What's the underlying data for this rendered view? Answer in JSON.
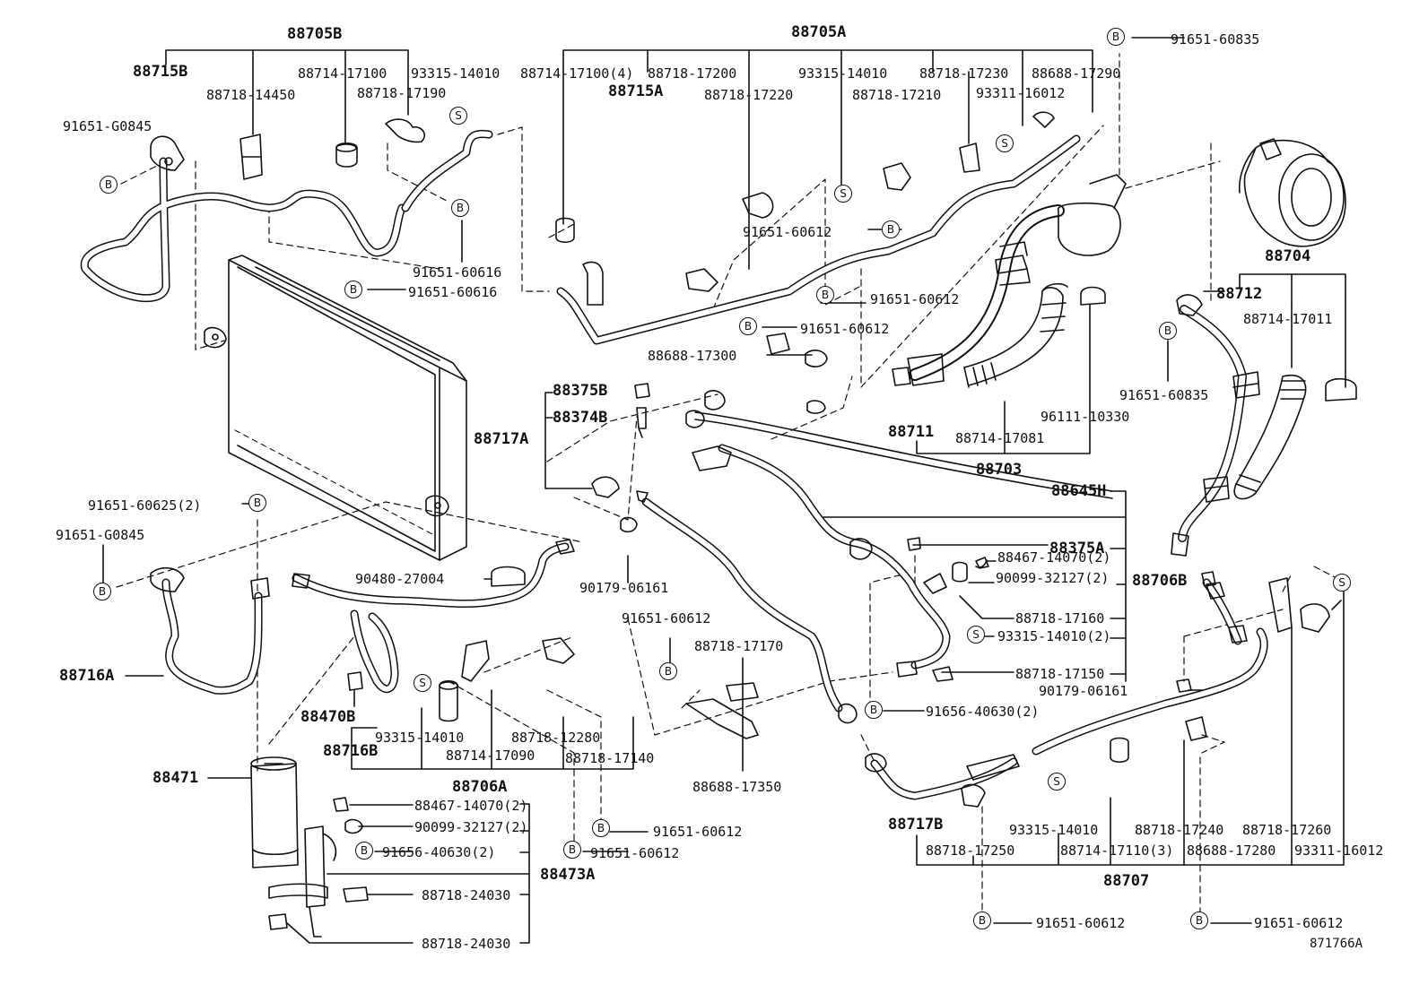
{
  "palette": {
    "ink": "#111111",
    "paper": "#ffffff"
  },
  "marker_letters": {
    "bolt": "B",
    "clip": "S"
  },
  "labels": {
    "p88705B": "88705B",
    "p88705A": "88705A",
    "p88715B": "88715B",
    "p88715A": "88715A",
    "p88718_14450": "88718-14450",
    "p88714_17100a": "88714-17100",
    "p93315_14010a": "93315-14010",
    "p88714_17100b": "88714-17100(4)",
    "p88718_17200": "88718-17200",
    "p88718_17190": "88718-17190",
    "p88718_17220": "88718-17220",
    "p93315_14010b": "93315-14010",
    "p88718_17230": "88718-17230",
    "p88688_17290": "88688-17290",
    "p88718_17210": "88718-17210",
    "p93311_16012a": "93311-16012",
    "p91651_60835a": "91651-60835",
    "p91651_G0845a": "91651-G0845",
    "p91651_60616a": "91651-60616",
    "p91651_60616b": "91651-60616",
    "p91651_60612a": "91651-60612",
    "p91651_60612b": "91651-60612",
    "p91651_60612c": "91651-60612",
    "p88688_17300": "88688-17300",
    "p88704": "88704",
    "p88712": "88712",
    "p88714_17011": "88714-17011",
    "p91651_60835b": "91651-60835",
    "p88375B": "88375B",
    "p88374B": "88374B",
    "p88717A": "88717A",
    "p88711": "88711",
    "p88714_17081": "88714-17081",
    "p96111_10330": "96111-10330",
    "p88703": "88703",
    "p88645H": "88645H",
    "p91651_60625": "91651-60625(2)",
    "p91651_G0845b": "91651-G0845",
    "p88375A": "88375A",
    "p88467_14070a": "88467-14070(2)",
    "p90099_32127a": "90099-32127(2)",
    "p88706B": "88706B",
    "p88718_17160": "88718-17160",
    "p93315_14010c": "93315-14010(2)",
    "p88718_17150": "88718-17150",
    "p90179_06161b": "90179-06161",
    "p91656_40630a": "91656-40630(2)",
    "p90480_27004": "90480-27004",
    "p90179_06161a": "90179-06161",
    "p91651_60612d": "91651-60612",
    "p88718_17170": "88718-17170",
    "p88716A": "88716A",
    "p88470B": "88470B",
    "p93315_14010d": "93315-14010",
    "p88718_12280": "88718-12280",
    "p88716B": "88716B",
    "p88714_17090": "88714-17090",
    "p88718_17140": "88718-17140",
    "p88706A": "88706A",
    "p88688_17350": "88688-17350",
    "p88471": "88471",
    "p88467_14070b": "88467-14070(2)",
    "p90099_32127b": "90099-32127(2)",
    "p91656_40630b": "91656-40630(2)",
    "p88473A": "88473A",
    "p88718_24030a": "88718-24030",
    "p88718_24030b": "88718-24030",
    "p91651_60612e": "91651-60612",
    "p91651_60612f": "91651-60612",
    "p88717B": "88717B",
    "p88718_17250": "88718-17250",
    "p93315_14010e": "93315-14010",
    "p88714_17110": "88714-17110(3)",
    "p88718_17240": "88718-17240",
    "p88688_17280": "88688-17280",
    "p88718_17260": "88718-17260",
    "p93311_16012b": "93311-16012",
    "p88707": "88707",
    "p91651_60612g": "91651-60612",
    "p91651_60612h": "91651-60612",
    "ref": "871766A"
  }
}
